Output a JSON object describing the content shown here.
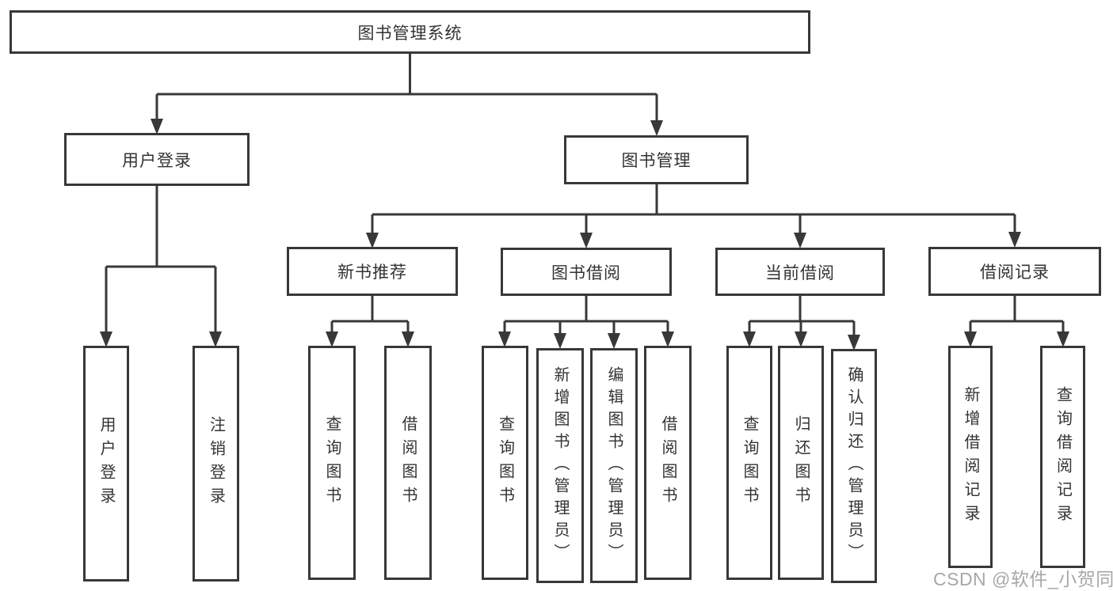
{
  "colors": {
    "line": "#383838",
    "text": "#333333",
    "background": "#ffffff",
    "watermark": "#9e9e9e"
  },
  "watermark": "CSDN @软件_小贺同学",
  "diagram": {
    "root": "图书管理系统",
    "branches": [
      {
        "label": "用户登录",
        "children": [
          "用户登录",
          "注销登录"
        ]
      },
      {
        "label": "图书管理",
        "sections": [
          {
            "label": "新书推荐",
            "children": [
              "查询图书",
              "借阅图书"
            ]
          },
          {
            "label": "图书借阅",
            "children": [
              "查询图书",
              "新增图书（管理员）",
              "编辑图书（管理员）",
              "借阅图书"
            ]
          },
          {
            "label": "当前借阅",
            "children": [
              "查询图书",
              "归还图书",
              "确认归还（管理员）"
            ]
          },
          {
            "label": "借阅记录",
            "children": [
              "新增借阅记录",
              "查询借阅记录"
            ]
          }
        ]
      }
    ]
  }
}
